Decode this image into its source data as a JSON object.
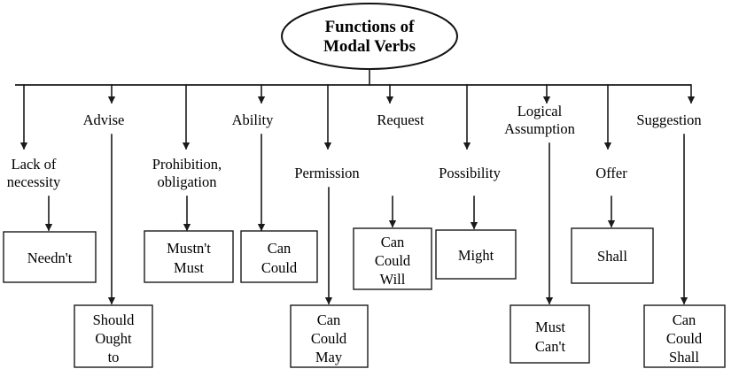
{
  "diagram": {
    "title_line1": "Functions of",
    "title_line2": "Modal Verbs",
    "branches": [
      {
        "id": "lack-of-necessity",
        "label_line1": "Lack of",
        "label_line2": "necessity",
        "box": [
          "Needn't"
        ]
      },
      {
        "id": "advise",
        "label_line1": "Advise",
        "label_line2": "",
        "box": [
          "Should",
          "Ought",
          "to"
        ]
      },
      {
        "id": "prohibition-obligation",
        "label_line1": "Prohibition,",
        "label_line2": "obligation",
        "box": [
          "Mustn't",
          "Must"
        ]
      },
      {
        "id": "ability",
        "label_line1": "Ability",
        "label_line2": "",
        "box": [
          "Can",
          "Could"
        ]
      },
      {
        "id": "permission",
        "label_line1": "Permission",
        "label_line2": "",
        "box": [
          "Can",
          "Could",
          "May"
        ]
      },
      {
        "id": "request",
        "label_line1": "Request",
        "label_line2": "",
        "box": [
          "Can",
          "Could",
          "Will"
        ]
      },
      {
        "id": "possibility",
        "label_line1": "Possibility",
        "label_line2": "",
        "box": [
          "Might"
        ]
      },
      {
        "id": "logical-assumption",
        "label_line1": "Logical",
        "label_line2": "Assumption",
        "box": [
          "Must",
          "Can't"
        ]
      },
      {
        "id": "offer",
        "label_line1": "Offer",
        "label_line2": "",
        "box": [
          "Shall"
        ]
      },
      {
        "id": "suggestion",
        "label_line1": "Suggestion",
        "label_line2": "",
        "box": [
          "Can",
          "Could",
          "Shall"
        ]
      }
    ],
    "colors": {
      "ink": "#1a1a1a",
      "background": "#ffffff"
    }
  }
}
